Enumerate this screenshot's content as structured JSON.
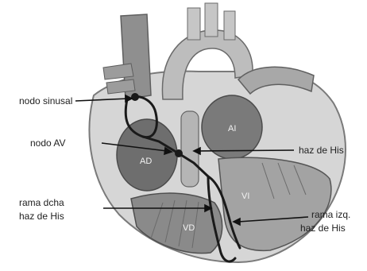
{
  "labels": {
    "sa_node": "nodo sinusal",
    "av_node": "nodo AV",
    "his_bundle": "haz de His",
    "right_branch_line1": "rama dcha",
    "right_branch_line2": "haz de His",
    "left_branch_line1": "rama izq.",
    "left_branch_line2": "haz de His"
  },
  "chambers": {
    "right_atrium": "AD",
    "left_atrium": "AI",
    "right_ventricle": "VD",
    "left_ventricle": "VI"
  },
  "colors": {
    "background": "#ffffff",
    "tissue_dark": "#6e6e6e",
    "tissue_mid": "#9a9a9a",
    "tissue_light": "#c9c9c9",
    "conduction_path": "#1a1a1a",
    "label_text": "#222222"
  }
}
